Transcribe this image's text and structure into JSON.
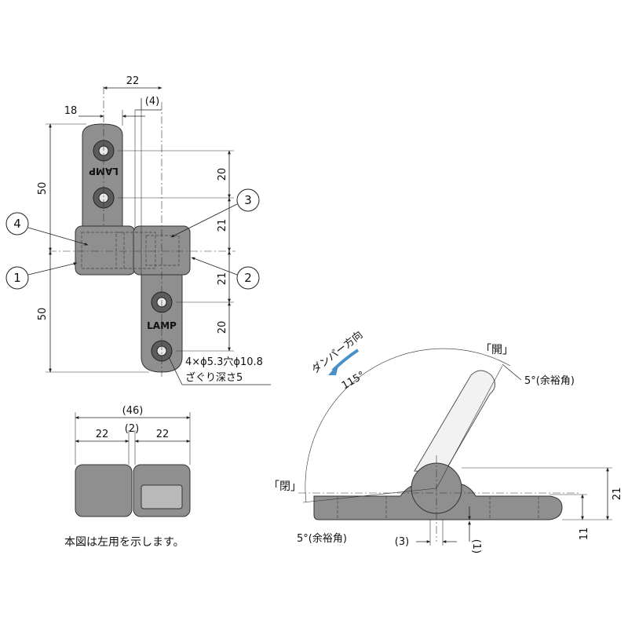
{
  "top_view": {
    "dims": {
      "d22": "22",
      "d4": "(4)",
      "d18": "18",
      "d50_upper": "50",
      "d50_lower": "50",
      "d20_upper": "20",
      "d21_upper": "21",
      "d21_lower": "21",
      "d20_lower": "20"
    },
    "callouts": {
      "c1": "1",
      "c2": "2",
      "c3": "3",
      "c4": "4"
    },
    "logo_upper": "LAMP",
    "logo_lower": "LAMP",
    "hole_note_line1": "4×ϕ5.3穴ϕ10.8",
    "hole_note_line2": "ざぐり深さ5"
  },
  "front_view": {
    "dims": {
      "total": "(46)",
      "left": "22",
      "gap": "(2)",
      "right": "22"
    },
    "note": "本図は左用を示します。"
  },
  "side_view": {
    "damper_label": "ダンパー方向",
    "angle": "115°",
    "open_label": "「開」",
    "closed_label": "「閉」",
    "margin_top": "5°(余裕角)",
    "margin_bottom": "5°(余裕角)",
    "dims": {
      "d21": "21",
      "d11": "11",
      "d3": "(3)",
      "d1": "(1)"
    }
  },
  "colors": {
    "part_fill": "#8f8f8f",
    "damper_arrow": "#4a90c8"
  }
}
